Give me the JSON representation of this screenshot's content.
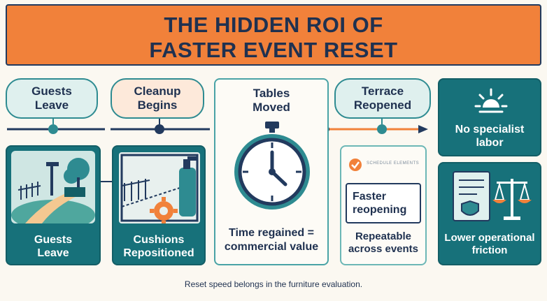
{
  "title": {
    "line1": "THE HIDDEN ROI OF",
    "line2": "FASTER EVENT RESET"
  },
  "timeline": {
    "steps": [
      {
        "line1": "Guests",
        "line2": "Leave"
      },
      {
        "line1": "Cleanup",
        "line2": "Begins"
      },
      {
        "line1": "Tables",
        "line2": "Moved"
      },
      {
        "line1": "Terrace",
        "line2": "Reopened"
      }
    ]
  },
  "cards": {
    "guests": {
      "line1": "Guests",
      "line2": "Leave"
    },
    "cushions": {
      "line1": "Cushions",
      "line2": "Repositioned"
    },
    "time": {
      "line1": "Time regained =",
      "line2": "commercial value"
    },
    "reopen": {
      "checklist_text": "SCHEDULE ELEMENTS",
      "box_line1": "Faster",
      "box_line2": "reopening",
      "line1": "Repeatable",
      "line2": "across events"
    },
    "labor": {
      "line1": "No specialist",
      "line2": "labor"
    },
    "friction": {
      "line1": "Lower operational",
      "line2": "friction"
    }
  },
  "footer": "Reset speed belongs in the furniture evaluation.",
  "colors": {
    "orange": "#f1813a",
    "navy": "#1f3150",
    "teal": "#17717a",
    "light_teal": "#dff0ee",
    "peach": "#fde9da"
  }
}
